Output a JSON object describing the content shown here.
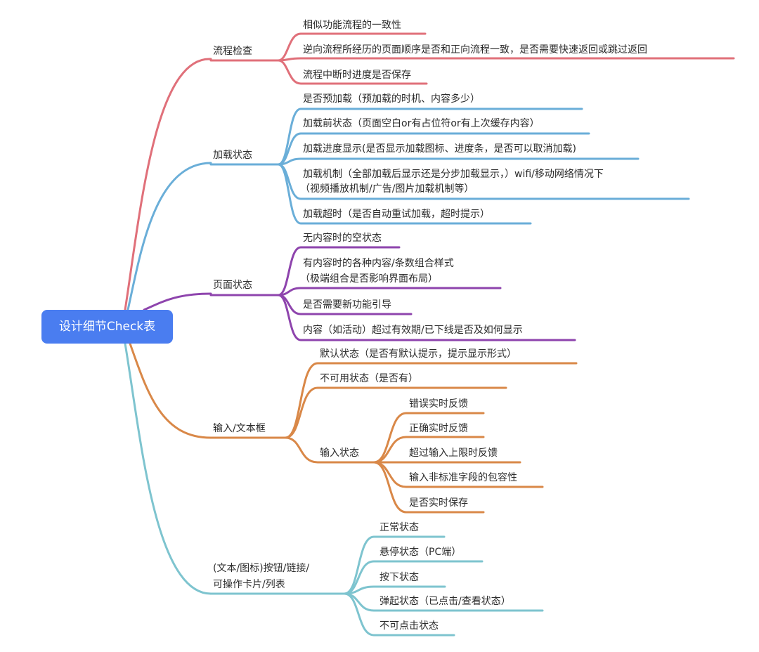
{
  "root": {
    "label": "设计细节Check表",
    "color": "#4a7df0"
  },
  "colors": {
    "flow": "#e0707a",
    "loading": "#6aaed8",
    "page": "#8e44ad",
    "input": "#d98848",
    "button": "#7ec4cf"
  },
  "branches": [
    {
      "label": "流程检查",
      "items": [
        "相似功能流程的一致性",
        "逆向流程所经历的页面顺序是否和正向流程一致，是否需要快速返回或跳过返回",
        "流程中断时进度是否保存"
      ]
    },
    {
      "label": "加载状态",
      "items": [
        "是否预加载（预加载的时机、内容多少）",
        "加载前状态（页面空白or有占位符or有上次缓存内容）",
        "加载进度显示(是否显示加载图标、进度条，是否可以取消加载)",
        "加载机制（全部加载后显示还是分步加载显示，）wifi/移动网络情况下",
        "（视频播放机制/广告/图片加载机制等）",
        "加载超时（是否自动重试加载，超时提示）"
      ]
    },
    {
      "label": "页面状态",
      "items": [
        "无内容时的空状态",
        "有内容时的各种内容/条数组合样式",
        "（极端组合是否影响界面布局）",
        "是否需要新功能引导",
        "内容（如活动）超过有效期/已下线是否及如何显示"
      ]
    },
    {
      "label": "输入/文本框",
      "items": [
        "默认状态（是否有默认提示，提示显示形式）",
        "不可用状态（是否有）"
      ],
      "sub": {
        "label": "输入状态",
        "items": [
          "错误实时反馈",
          "正确实时反馈",
          "超过输入上限时反馈",
          "输入非标准字段的包容性",
          "是否实时保存"
        ]
      }
    },
    {
      "label_line1": "(文本/图标)按钮/链接/",
      "label_line2": "可操作卡片/列表",
      "items": [
        "正常状态",
        "悬停状态（PC端）",
        "按下状态",
        "弹起状态（已点击/查看状态）",
        "不可点击状态"
      ]
    }
  ]
}
